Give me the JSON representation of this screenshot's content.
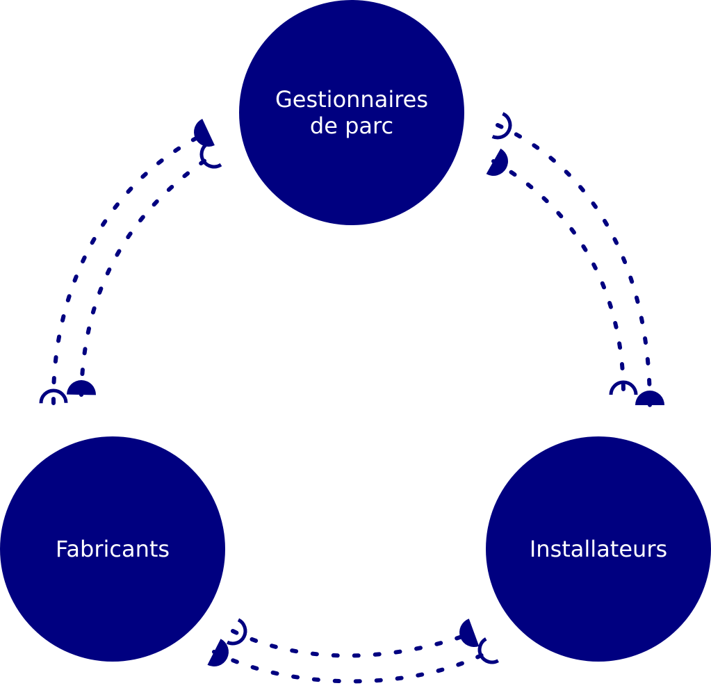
{
  "colors": {
    "node": "#000080",
    "text": "#ffffff",
    "connector": "#000080"
  },
  "nodes": {
    "top": {
      "label_line1": "Gestionnaires",
      "label_line2": "de parc"
    },
    "left": {
      "label": "Fabricants"
    },
    "right": {
      "label": "Installateurs"
    }
  }
}
